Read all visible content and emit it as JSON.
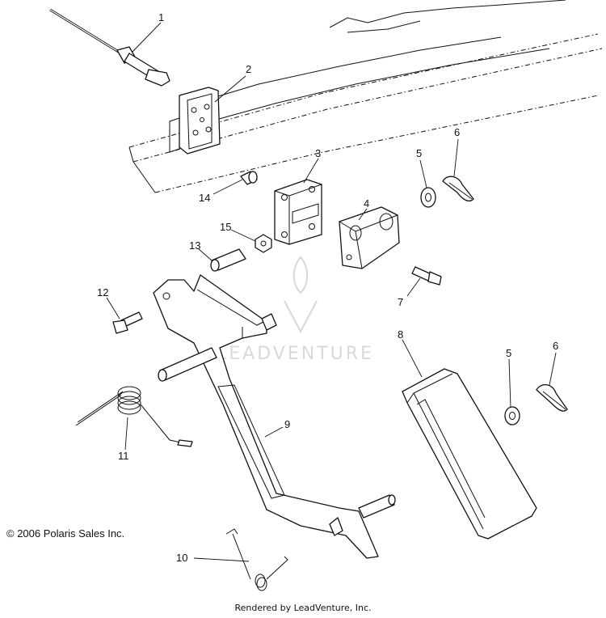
{
  "callouts": [
    "1",
    "2",
    "3",
    "4",
    "5",
    "6",
    "7",
    "8",
    "9",
    "10",
    "11",
    "12",
    "13",
    "14",
    "15"
  ],
  "callout_5b": "5",
  "callout_6b": "6",
  "copyright": "© 2006 Polaris Sales Inc.",
  "footer": "Rendered by LeadVenture, Inc.",
  "watermark": "LEADVENTURE"
}
